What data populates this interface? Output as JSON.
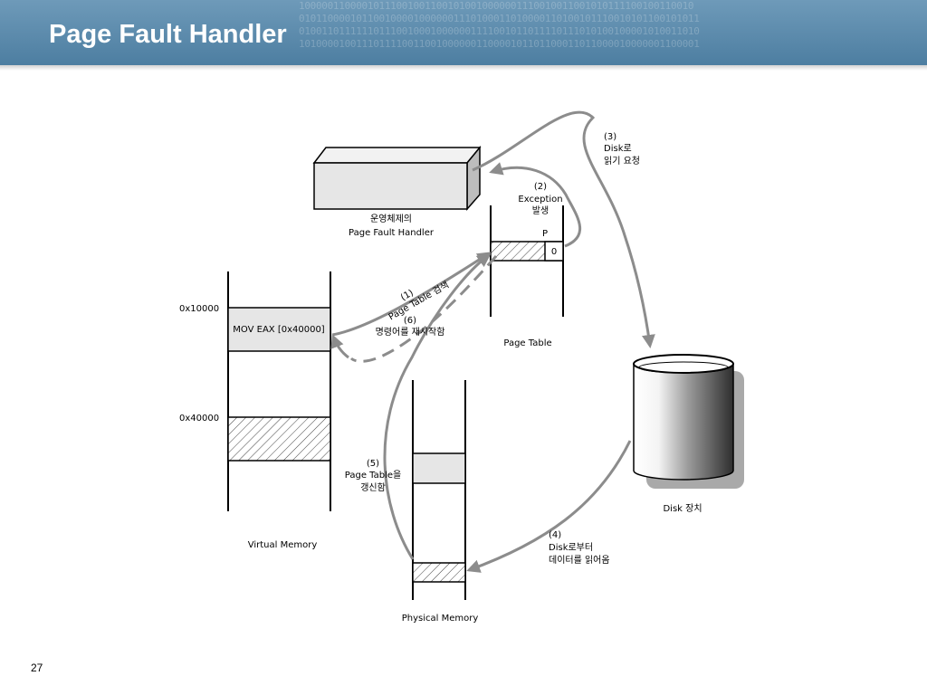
{
  "slide": {
    "title": "Page Fault Handler",
    "page_number": "27",
    "header_binary": [
      "100000110000101110010011001010010000001110010011001010111100100110010",
      "0101100001011001000010000001110100011010000110100101110010101100101011",
      "0100110111111011100100010000001111001011011110111010100100001010011010",
      "1010000100111011110011001000000110000101101100011011000010000001100001"
    ]
  },
  "diagram": {
    "os_handler": {
      "line1": "운영체제의",
      "line2": "Page Fault Handler"
    },
    "page_table": {
      "label": "Page Table",
      "p_header": "P",
      "p_value": "0"
    },
    "virtual_memory": {
      "label": "Virtual Memory",
      "addr_1": "0x10000",
      "addr_2": "0x40000",
      "instruction": "MOV EAX [0x40000]"
    },
    "physical_memory": {
      "label": "Physical Memory"
    },
    "disk": {
      "label": "Disk 장치"
    },
    "steps": {
      "s1_num": "(1)",
      "s1_text": "Page Table 검색",
      "s2_num": "(2)",
      "s2_line1": "Exception",
      "s2_line2": "발생",
      "s3_num": "(3)",
      "s3_line1": "Disk로",
      "s3_line2": "읽기 요청",
      "s4_num": "(4)",
      "s4_line1": "Disk로부터",
      "s4_line2": "데이터를 읽어옴",
      "s5_num": "(5)",
      "s5_line1": "Page Table을",
      "s5_line2": "갱신함",
      "s6_num": "(6)",
      "s6_text": "명령어를 재시작함"
    },
    "colors": {
      "arrow": "#8c8c8c",
      "box_fill": "#e6e6e6",
      "header_top": "#6e9ab9",
      "header_bottom": "#4d7ea1"
    }
  }
}
